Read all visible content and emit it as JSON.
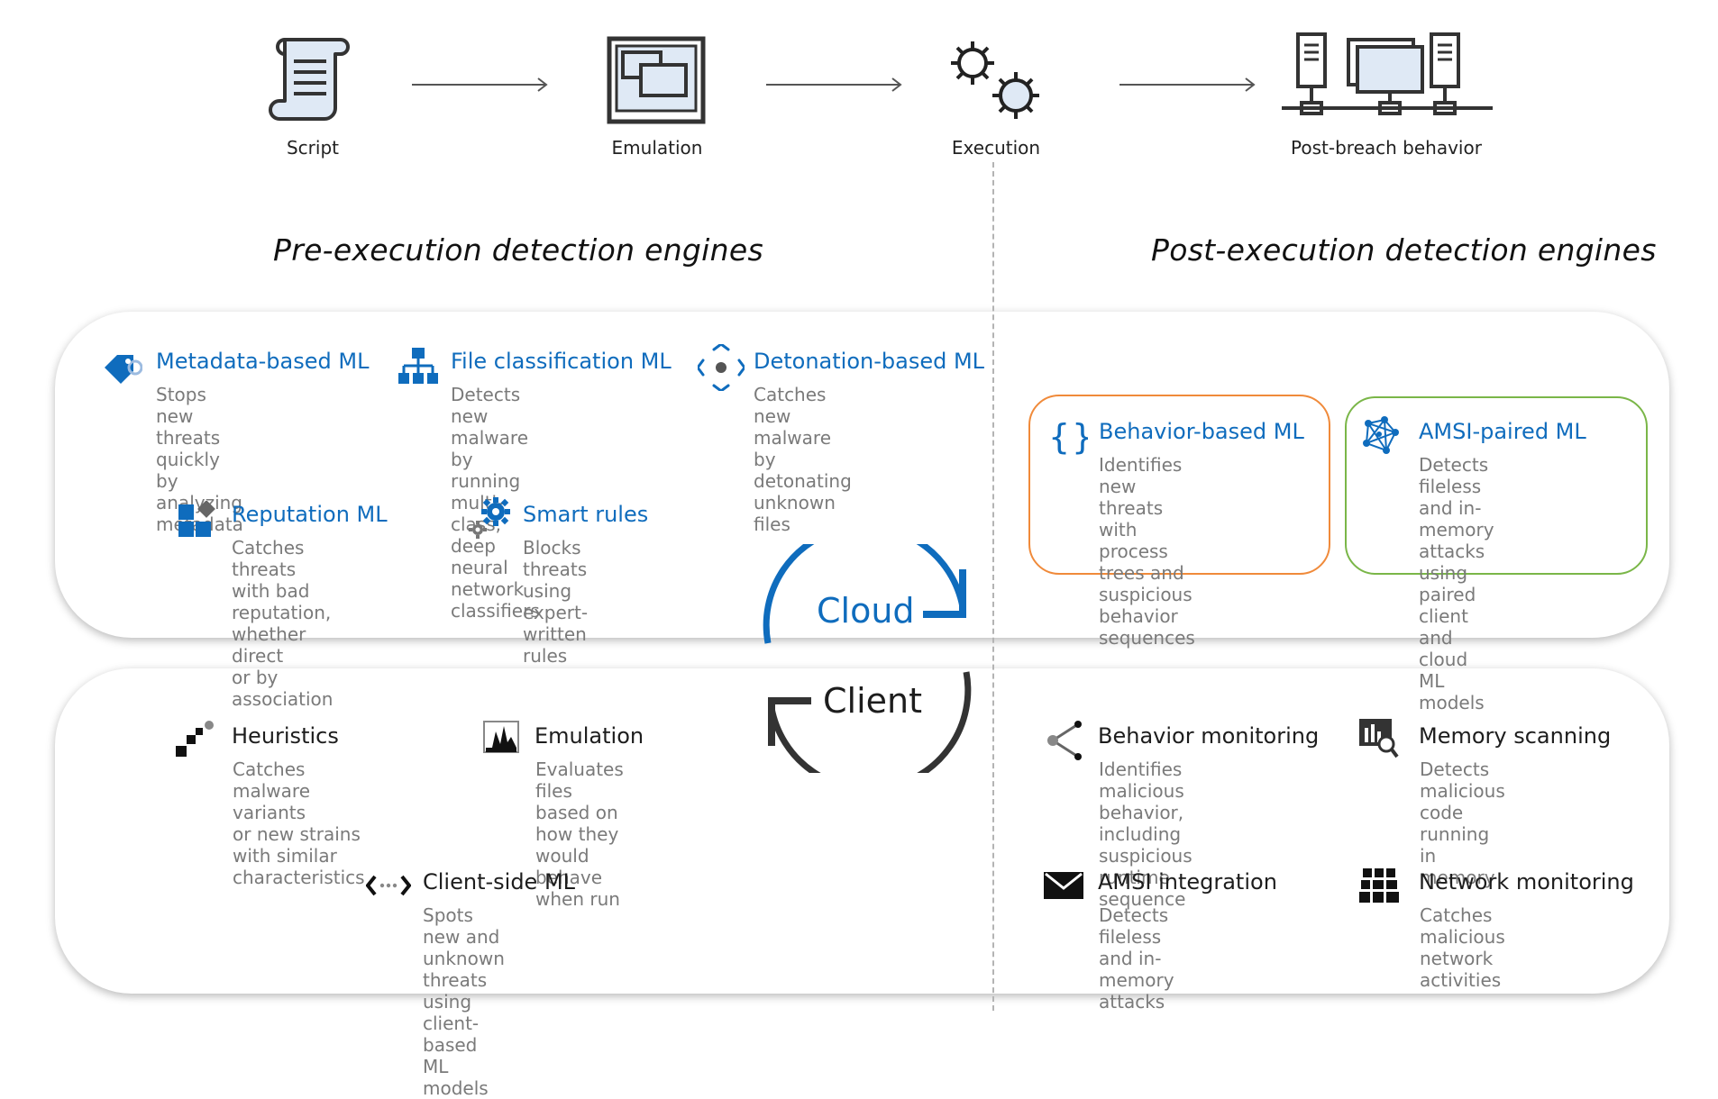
{
  "flow": {
    "steps": [
      {
        "label": "Script",
        "icon": "script-scroll-icon"
      },
      {
        "label": "Emulation",
        "icon": "emulation-window-icon"
      },
      {
        "label": "Execution",
        "icon": "execution-gears-icon"
      },
      {
        "label": "Post-breach behavior",
        "icon": "network-computers-icon"
      }
    ]
  },
  "sections": {
    "pre": "Pre-execution detection engines",
    "post": "Post-execution detection engines"
  },
  "cycle": {
    "cloud": "Cloud",
    "client": "Client"
  },
  "cloud_engines": [
    {
      "title": "Metadata-based ML",
      "desc": "Stops new threats quickly\nby analyzing metadata",
      "icon": "tag-icon"
    },
    {
      "title": "File classification ML",
      "desc": "Detects new malware by\nrunning multi-class, deep\nneural network classifiers",
      "icon": "hierarchy-icon"
    },
    {
      "title": "Detonation-based ML",
      "desc": "Catches new malware by\ndetonating unknown\nfiles",
      "icon": "detonation-icon"
    },
    {
      "title": "Reputation ML",
      "desc": "Catches threats with bad\nreputation, whether direct\nor by association",
      "icon": "reputation-blocks-icon"
    },
    {
      "title": "Smart rules",
      "desc": "Blocks threats using\nexpert-written rules",
      "icon": "gears-icon"
    },
    {
      "title": "Behavior-based ML",
      "desc": "Identifies new threats\nwith process trees and\nsuspicious behavior\nsequences",
      "icon": "braces-icon"
    },
    {
      "title": "AMSI-paired ML",
      "desc": "Detects fileless and in-\nmemory attacks using\npaired client and cloud\nML models",
      "icon": "mesh-network-icon"
    }
  ],
  "client_engines": [
    {
      "title": "Heuristics",
      "desc": "Catches malware variants\nor new strains with similar\ncharacteristics",
      "icon": "heuristics-icon"
    },
    {
      "title": "Emulation",
      "desc": "Evaluates files based on\nhow they would behave\nwhen run",
      "icon": "activity-graph-icon"
    },
    {
      "title": "Client-side ML",
      "desc": "Spots new and unknown\nthreats using client-based\nML models",
      "icon": "code-arrows-icon"
    },
    {
      "title": "Behavior monitoring",
      "desc": "Identifies malicious\nbehavior, including\nsuspicious runtime\nsequence",
      "icon": "share-nodes-icon"
    },
    {
      "title": "Memory scanning",
      "desc": "Detects malicious code\nrunning in memory",
      "icon": "memory-scan-icon"
    },
    {
      "title": "AMSI integration",
      "desc": "Detects fileless and in-\nmemory attacks",
      "icon": "envelope-icon"
    },
    {
      "title": "Network monitoring",
      "desc": "Catches malicious\nnetwork activities",
      "icon": "firewall-grid-icon"
    }
  ],
  "colors": {
    "accent_blue": "#0f6cbd",
    "orange_border": "#f08a3a",
    "green_border": "#7ab648",
    "desc_gray": "#7a7a7a"
  }
}
